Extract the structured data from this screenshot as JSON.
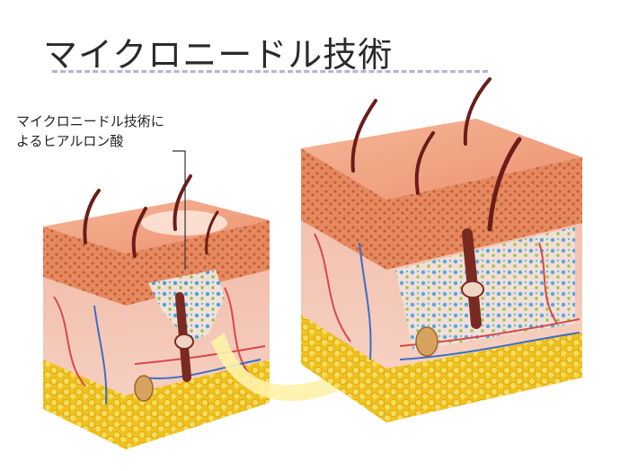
{
  "title": "マイクロニードル技術",
  "callout": {
    "line1": "マイクロニードル技術に",
    "line2": "よるヒアルロン酸"
  },
  "colors": {
    "skin_top": "#f2a383",
    "skin_side": "#f3c6b4",
    "epidermis": "#e07a52",
    "fat": "#f4cf3c",
    "hair": "#6b1d1a",
    "arrow": "#fff2a8",
    "hyaluronic_blue": "#3aa6d8",
    "hyaluronic_green": "#8cc63f"
  }
}
